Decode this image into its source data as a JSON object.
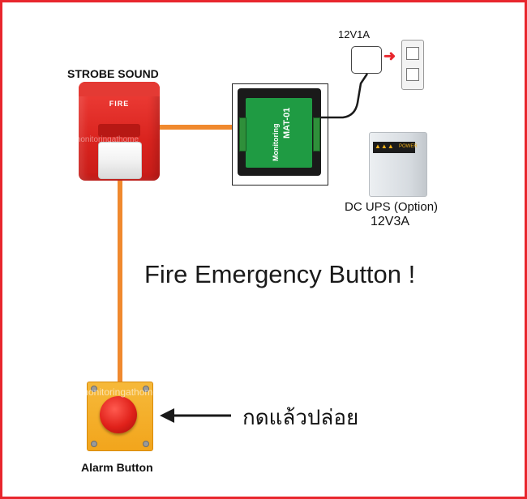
{
  "labels": {
    "strobe_sound": "STROBE SOUND",
    "strobe_face": "FIRE",
    "adapter_rating": "12V1A",
    "ups_name": "DC UPS (Option)",
    "ups_rating": "12V3A",
    "headline": "Fire Emergency Button !",
    "alarm_button": "Alarm Button",
    "press_release": "กดแล้วปล่อย",
    "controller_model": "MAT-01",
    "controller_brand": "Monitoring",
    "ups_brand": "POWER",
    "watermark": "monitoringathome"
  },
  "colors": {
    "border": "#e8262d",
    "wire": "#f0892e",
    "strobe_red": "#e0251f",
    "pcb_green": "#1f9b43",
    "button_yellow": "#f4ad22",
    "button_red": "#e0211a"
  }
}
